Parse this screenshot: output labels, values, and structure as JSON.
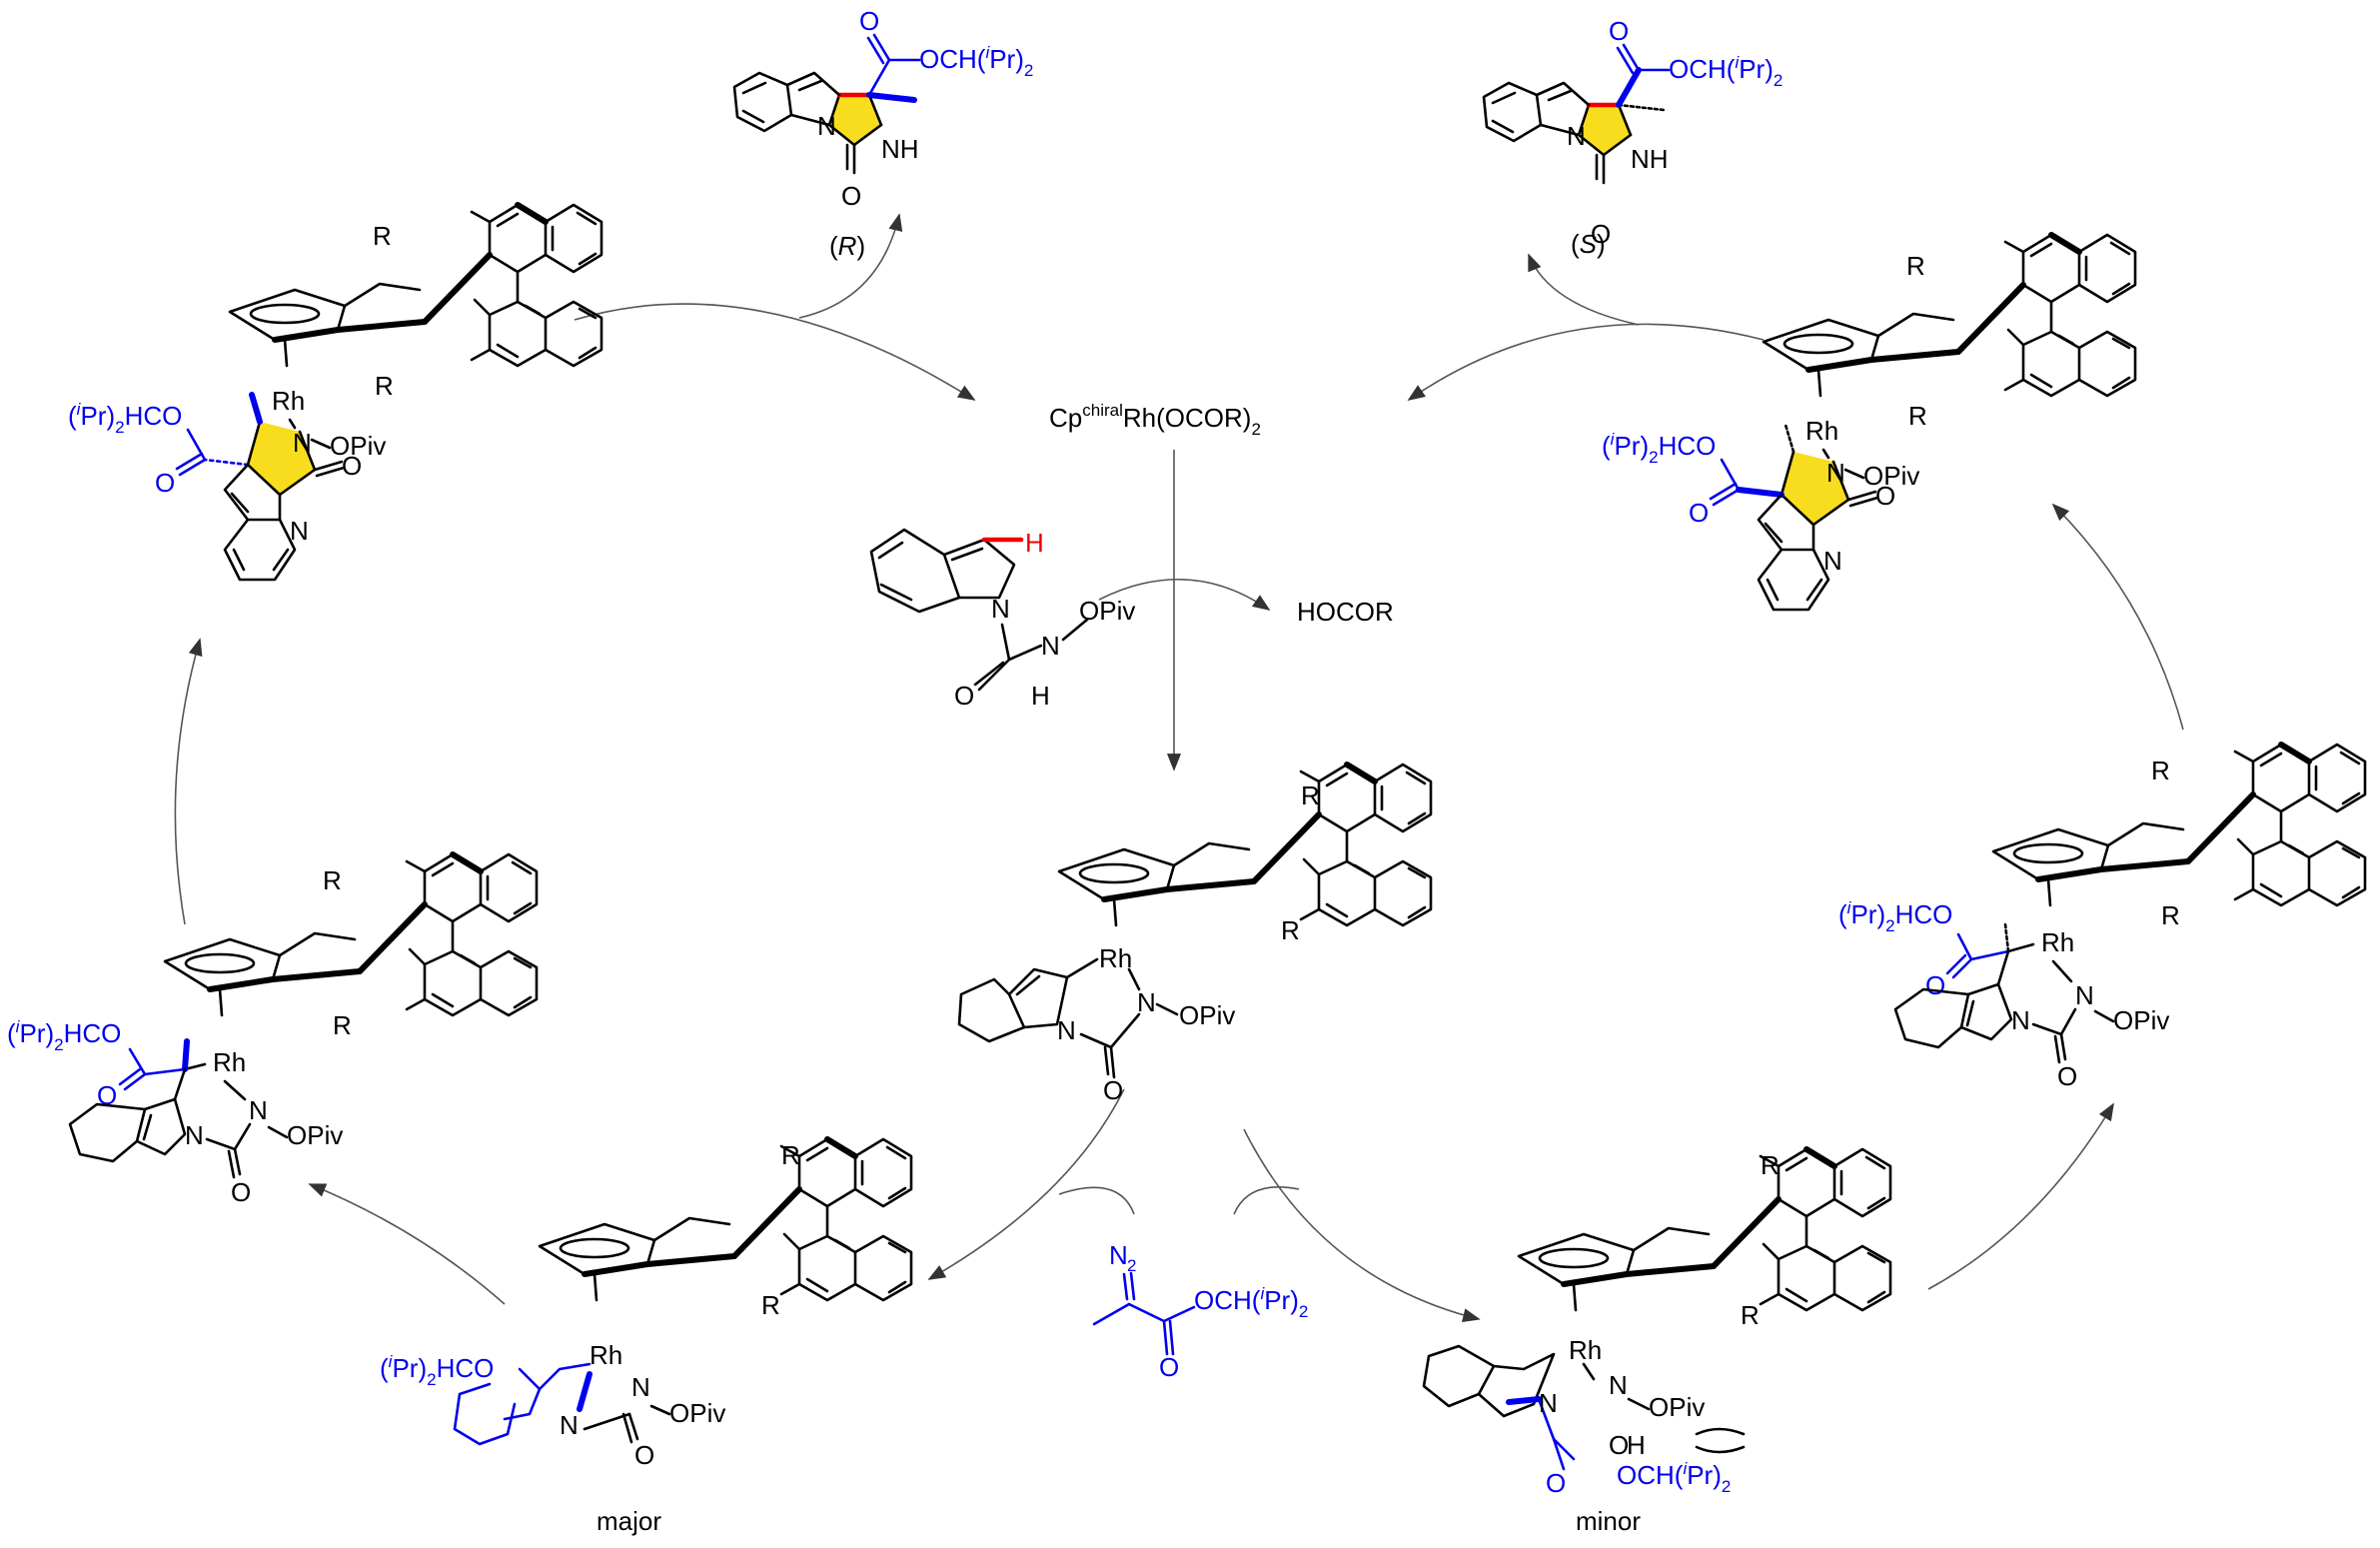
{
  "colors": {
    "black": "#000000",
    "blue": "#0000ee",
    "red": "#ee0000",
    "yellow": "#f7dd1e",
    "arrow": "#555555"
  },
  "labels": {
    "catalyst_base": "Cp",
    "catalyst_sup": "chiral",
    "catalyst_rest": "Rh(OCOR)",
    "catalyst_sub": "2",
    "byproduct": "HOCOR",
    "major": "major",
    "minor": "minor",
    "R_config": "R",
    "S_config": "S",
    "paren_open": "(",
    "paren_close": ")",
    "ester_ring_right": "OCH(",
    "ester_i": "i",
    "ester_pr2": "Pr)",
    "ester_sub2": "2",
    "ester_left_open": "(",
    "ester_left_mid": "Pr)",
    "ester_left_end": "HCO",
    "diazo_N2": "N",
    "diazo_sub": "2",
    "R": "R",
    "Rh": "Rh",
    "N": "N",
    "NH": "NH",
    "H": "H",
    "O": "O",
    "OPiv": "OPiv",
    "OH": "OH"
  }
}
